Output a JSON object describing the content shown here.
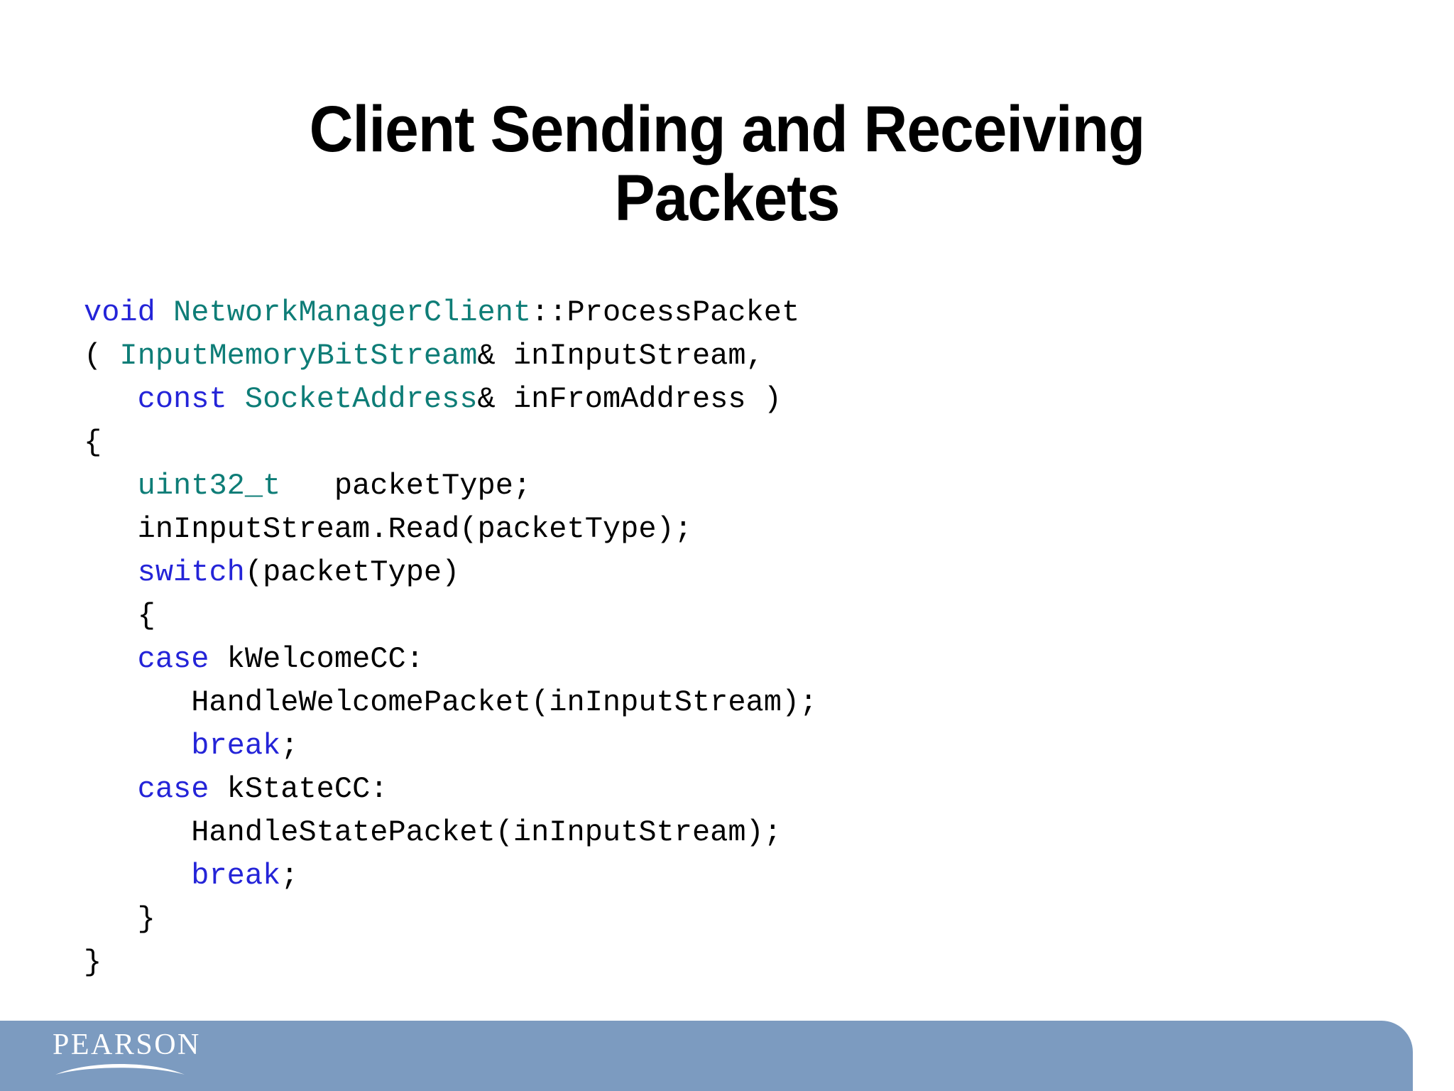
{
  "slide": {
    "title": "Client Sending and Receiving\nPackets",
    "background_color": "#ffffff"
  },
  "code": {
    "language": "C++",
    "colors": {
      "keyword": "#2424d8",
      "type": "#0e7d77",
      "plain": "#000000"
    },
    "lines": [
      {
        "id": "line-1",
        "text": "void NetworkManagerClient::ProcessPacket"
      },
      {
        "id": "line-2",
        "text": "( InputMemoryBitStream& inInputStream,"
      },
      {
        "id": "line-3",
        "text": "   const SocketAddress& inFromAddress )"
      },
      {
        "id": "line-4",
        "text": "{"
      },
      {
        "id": "line-5",
        "text": "   uint32_t   packetType;"
      },
      {
        "id": "line-6",
        "text": "   inInputStream.Read(packetType);"
      },
      {
        "id": "line-7",
        "text": "   switch(packetType)"
      },
      {
        "id": "line-8",
        "text": "   {"
      },
      {
        "id": "line-9",
        "text": "   case kWelcomeCC:"
      },
      {
        "id": "line-10",
        "text": "      HandleWelcomePacket(inInputStream);"
      },
      {
        "id": "line-11",
        "text": "      break;"
      },
      {
        "id": "line-12",
        "text": "   case kStateCC:"
      },
      {
        "id": "line-13",
        "text": "      HandleStatePacket(inInputStream);"
      },
      {
        "id": "line-14",
        "text": "      break;"
      },
      {
        "id": "line-15",
        "text": "   }"
      },
      {
        "id": "line-16",
        "text": "}"
      }
    ],
    "tokens": [
      [
        {
          "t": "void",
          "c": "keyword"
        },
        {
          "t": " ",
          "c": "plain"
        },
        {
          "t": "NetworkManagerClient",
          "c": "type"
        },
        {
          "t": "::ProcessPacket",
          "c": "plain"
        }
      ],
      [
        {
          "t": "( ",
          "c": "plain"
        },
        {
          "t": "InputMemoryBitStream",
          "c": "type"
        },
        {
          "t": "& inInputStream,",
          "c": "plain"
        }
      ],
      [
        {
          "t": "   ",
          "c": "plain"
        },
        {
          "t": "const",
          "c": "keyword"
        },
        {
          "t": " ",
          "c": "plain"
        },
        {
          "t": "SocketAddress",
          "c": "type"
        },
        {
          "t": "& inFromAddress )",
          "c": "plain"
        }
      ],
      [
        {
          "t": "{",
          "c": "plain"
        }
      ],
      [
        {
          "t": "   ",
          "c": "plain"
        },
        {
          "t": "uint32_t",
          "c": "type"
        },
        {
          "t": "   packetType;",
          "c": "plain"
        }
      ],
      [
        {
          "t": "   inInputStream.Read(packetType);",
          "c": "plain"
        }
      ],
      [
        {
          "t": "   ",
          "c": "plain"
        },
        {
          "t": "switch",
          "c": "keyword"
        },
        {
          "t": "(packetType)",
          "c": "plain"
        }
      ],
      [
        {
          "t": "   {",
          "c": "plain"
        }
      ],
      [
        {
          "t": "   ",
          "c": "plain"
        },
        {
          "t": "case",
          "c": "keyword"
        },
        {
          "t": " kWelcomeCC:",
          "c": "plain"
        }
      ],
      [
        {
          "t": "      HandleWelcomePacket(inInputStream);",
          "c": "plain"
        }
      ],
      [
        {
          "t": "      ",
          "c": "plain"
        },
        {
          "t": "break",
          "c": "keyword"
        },
        {
          "t": ";",
          "c": "plain"
        }
      ],
      [
        {
          "t": "   ",
          "c": "plain"
        },
        {
          "t": "case",
          "c": "keyword"
        },
        {
          "t": " kStateCC:",
          "c": "plain"
        }
      ],
      [
        {
          "t": "      HandleStatePacket(inInputStream);",
          "c": "plain"
        }
      ],
      [
        {
          "t": "      ",
          "c": "plain"
        },
        {
          "t": "break",
          "c": "keyword"
        },
        {
          "t": ";",
          "c": "plain"
        }
      ],
      [
        {
          "t": "   }",
          "c": "plain"
        }
      ],
      [
        {
          "t": "}",
          "c": "plain"
        }
      ]
    ]
  },
  "footer": {
    "brand": "PEARSON",
    "bar_color": "#7c9bc0",
    "brand_color": "#ffffff"
  }
}
